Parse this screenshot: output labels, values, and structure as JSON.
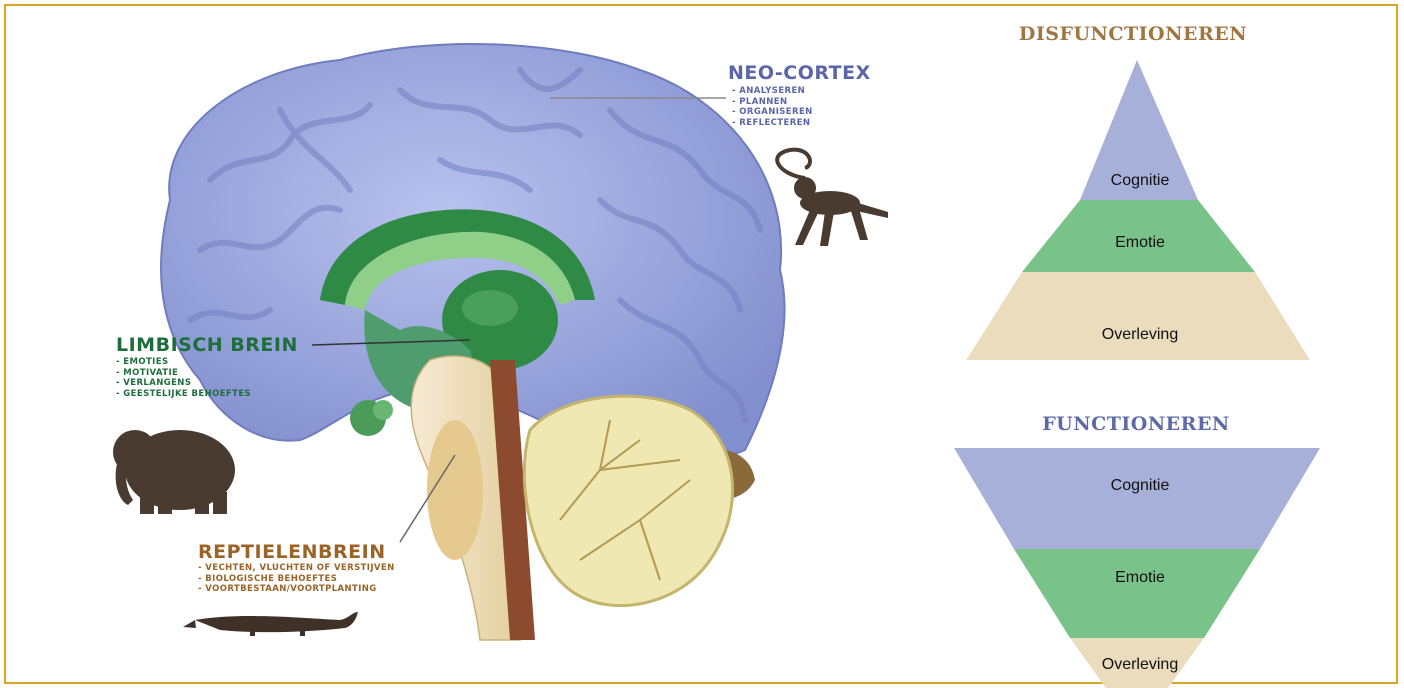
{
  "neo_cortex": {
    "title": "NEO-CORTEX",
    "items": [
      "- ANALYSEREN",
      "- PLANNEN",
      "- ORGANISEREN",
      "- REFLECTEREN"
    ]
  },
  "limbisch": {
    "title": "LIMBISCH BREIN",
    "items": [
      "- EMOTIES",
      "- MOTIVATIE",
      "- VERLANGENS",
      "- GEESTELIJKE BEHOEFTES"
    ]
  },
  "reptiel": {
    "title": "REPTIELENBREIN",
    "items": [
      "- VECHTEN, VLUCHTEN OF VERSTIJVEN",
      "- BIOLOGISCHE BEHOEFTES",
      "- VOORTBESTAAN/VOORTPLANTING"
    ]
  },
  "disfunctioneren": {
    "title": "DISFUNCTIONEREN",
    "bands": [
      "Cognitie",
      "Emotie",
      "Overleving"
    ]
  },
  "functioneren": {
    "title": "FUNCTIONEREN",
    "bands": [
      "Cognitie",
      "Emotie",
      "Overleving"
    ]
  },
  "colors": {
    "frame": "#d9a62a",
    "cognitie": "#a7b0d8",
    "emotie": "#79c38a",
    "overleving": "#ecdcbe",
    "neo": "#5a66a8",
    "limbisch": "#1e6e3c",
    "reptiel": "#9b6326"
  }
}
